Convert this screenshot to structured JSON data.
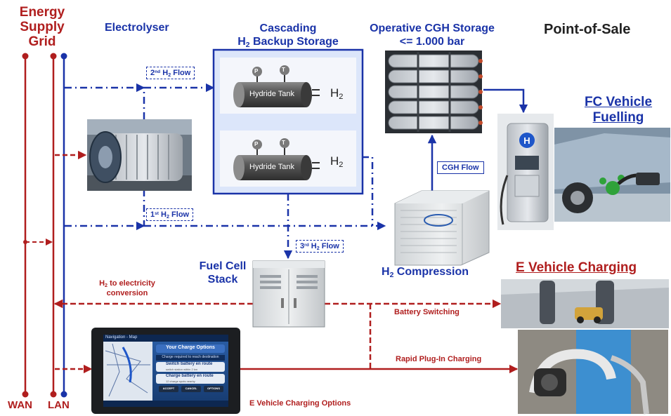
{
  "labels": {
    "grid_line1": "Energy",
    "grid_line2": "Supply",
    "grid_line3": "Grid",
    "electrolyser": "Electrolyser",
    "cascading_line1": "Cascading",
    "cascading_h": "H",
    "cascading_2": "2",
    "cascading_rest": " Backup Storage",
    "cgh_line1": "Operative CGH Storage",
    "cgh_line2": "<= 1.000 bar",
    "pos": "Point-of-Sale",
    "fc_line1": "FC Vehicle",
    "fc_line2": "Fuelling",
    "ev_charging": "E Vehicle Charging",
    "fuel_cell_line1": "Fuel Cell",
    "fuel_cell_line2": "Stack",
    "h2_comp_h": "H",
    "h2_comp_2": "2",
    "h2_comp_rest": " Compression",
    "h2_to_elec_line1_h": "H",
    "h2_to_elec_line1_2": "2",
    "h2_to_elec_line1_rest": " to electricity",
    "h2_to_elec_line2": "conversion",
    "battery_switching": "Battery Switching",
    "rapid_plug": "Rapid Plug-In Charging",
    "ev_options": "E Vehicle Charging Options",
    "wan": "WAN",
    "lan": "LAN",
    "cgh_flow": "CGH Flow",
    "flow2_num": "2",
    "flow2_sup": "nd",
    "flow2_h": " H",
    "flow2_sub": "2",
    "flow2_rest": " Flow",
    "flow1_num": "1",
    "flow1_sup": "st",
    "flow1_h": " H",
    "flow1_sub": "2",
    "flow1_rest": " Flow",
    "flow3_num": "3",
    "flow3_sup": "rd",
    "flow3_h": " H",
    "flow3_sub": "2",
    "flow3_rest": " Flow"
  },
  "tanks": {
    "label": "Hydride Tank",
    "gauge_p": "P",
    "gauge_t": "T",
    "out_h": "H",
    "out_2": "2"
  },
  "nav_screen": {
    "app_title": "Navigation - Map",
    "panel_title": "Your Charge Options",
    "panel_sub": "Charge required to reach destination",
    "option1": "Switch battery en route",
    "option1_sub": "switch station within 2 km",
    "option2": "Charge battery en route",
    "option2_sub": "12 charge spots nearby",
    "btn1": "ACCEPT",
    "btn2": "CANCEL",
    "btn3": "OPTIONS"
  },
  "colors": {
    "electric_red": "#b01e1e",
    "hydrogen_blue": "#1a33a8",
    "tank_box_fill": "#dce6fa"
  }
}
